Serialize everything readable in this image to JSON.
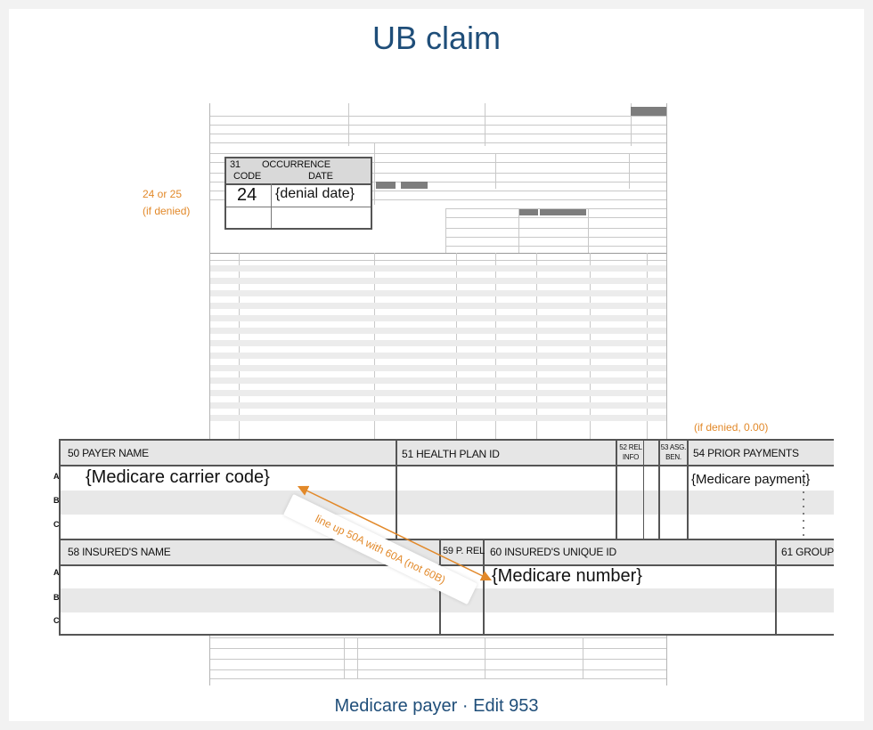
{
  "slide": {
    "title": "UB claim",
    "footer": "Medicare payer · Edit 953"
  },
  "occurrence_box": {
    "number": "31",
    "heading": "OCCURRENCE",
    "col_code": "CODE",
    "col_date": "DATE",
    "code_value": "24",
    "date_value": "{denial date}"
  },
  "annotations": {
    "occurrence_note_line1": "24 or 25",
    "occurrence_note_line2": "(if denied)",
    "prior_payment_note": "(if denied, 0.00)",
    "line_up_note": "line up 50A with 60A (not 60B)"
  },
  "payer_section": {
    "payer_name_label": "50 PAYER  NAME",
    "health_plan_label": "51 HEALTH PLAN ID",
    "rel_info_label_1": "52 REL",
    "rel_info_label_2": "INFO",
    "asg_ben_label_1": "53 ASG.",
    "asg_ben_label_2": "BEN.",
    "prior_payments_label": "54 PRIOR PAYMENTS",
    "payer_name_value": "{Medicare carrier code}",
    "prior_payment_value": "{Medicare payment}",
    "row_labels": [
      "A",
      "B",
      "C"
    ]
  },
  "insured_section": {
    "insured_name_label": "58 INSURED'S NAME",
    "prel_label": "59 P. REL",
    "unique_id_label": "60 INSURED'S UNIQUE ID",
    "group_label": "61 GROUP",
    "unique_id_value": "{Medicare number}",
    "row_labels": [
      "A",
      "B",
      "C"
    ]
  },
  "colors": {
    "title_blue": "#1f4e79",
    "accent_orange": "#e2892a"
  }
}
